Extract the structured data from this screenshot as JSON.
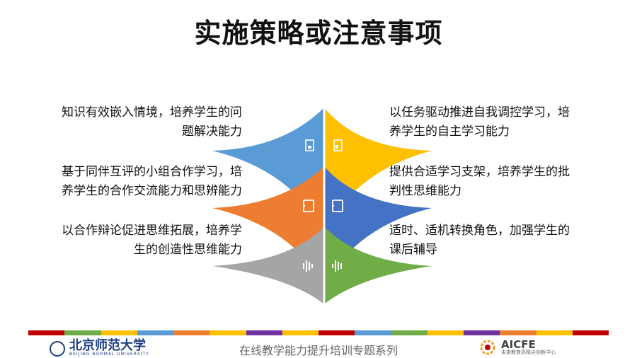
{
  "title": "实施策略或注意事项",
  "left_items": [
    {
      "line1": "知识有效嵌入情境，培养学生的问",
      "line2": "题解决能力"
    },
    {
      "line1": "基于同伴互评的小组合作学习，培",
      "line2": "养学生的合作交流能力和思辨能力"
    },
    {
      "line1": "以合作辩论促进思维拓展，培养学",
      "line2": "生的创造性思维能力"
    }
  ],
  "right_items": [
    {
      "line1": "以任务驱动推进自我调控学习，培",
      "line2": "养学生的自主学习能力"
    },
    {
      "line1": "提供合适学习支架，培养学生的批",
      "line2": "判性思维能力"
    },
    {
      "line1": "适时、适机转换角色，加强学生的",
      "line2": "课后辅导"
    }
  ],
  "colors": {
    "left_top": "#5b9bd5",
    "left_mid": "#ed7d31",
    "left_bottom": "#a5a5a5",
    "right_top": "#ffc000",
    "right_mid": "#4472c4",
    "right_bottom": "#70ad47"
  },
  "icons": {
    "left_top": "document-icon",
    "right_top": "image-document-icon",
    "left_mid": "phone-icon",
    "right_mid": "phone-icon",
    "left_bottom": "audio-wave-icon",
    "right_bottom": "audio-wave-icon"
  },
  "footer": {
    "series_text": "在线教学能力提升培训专题系列",
    "left_logo_name": "北京师范大学",
    "left_logo_sub": "BEIJING NORMAL UNIVERSITY",
    "right_logo_name": "AICFE",
    "right_logo_sub": "未来教育高精尖创新中心"
  },
  "band_colors": [
    "#c00000",
    "#70ad47",
    "#ffc000",
    "#5b9bd5",
    "#ed7d31",
    "#ffc000",
    "#7030a0",
    "#ffc000",
    "#c00000",
    "#5b9bd5",
    "#70ad47",
    "#ffc000",
    "#7030a0",
    "#ed7d31",
    "#ffc000",
    "#c00000"
  ]
}
